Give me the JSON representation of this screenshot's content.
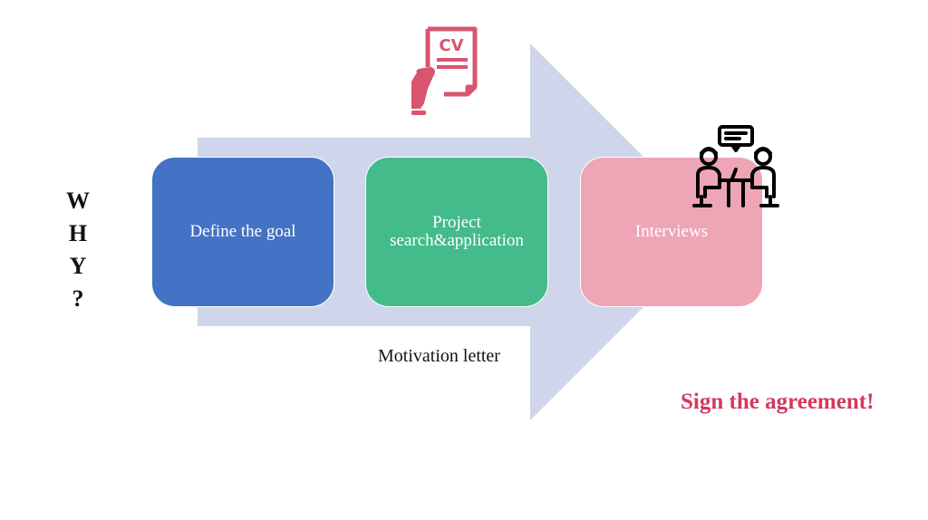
{
  "diagram": {
    "title_side": [
      "W",
      "H",
      "Y",
      "?"
    ],
    "steps": [
      {
        "label_lines": [
          "Define the goal"
        ],
        "color": "#4472c4"
      },
      {
        "label_lines": [
          "Project",
          "search&application"
        ],
        "color": "#44bb8a"
      },
      {
        "label_lines": [
          "Interviews"
        ],
        "color": "#eea6b6"
      }
    ],
    "arrow_color": "#cfd5ea",
    "annotation_below": "Motivation letter",
    "final_message": "Sign the agreement!",
    "final_message_color": "#d33a5e",
    "icons": {
      "cv": {
        "name": "cv-document-icon",
        "text": "CV",
        "color": "#d9546f"
      },
      "meeting": {
        "name": "meeting-interview-icon",
        "color": "#000000"
      }
    }
  }
}
